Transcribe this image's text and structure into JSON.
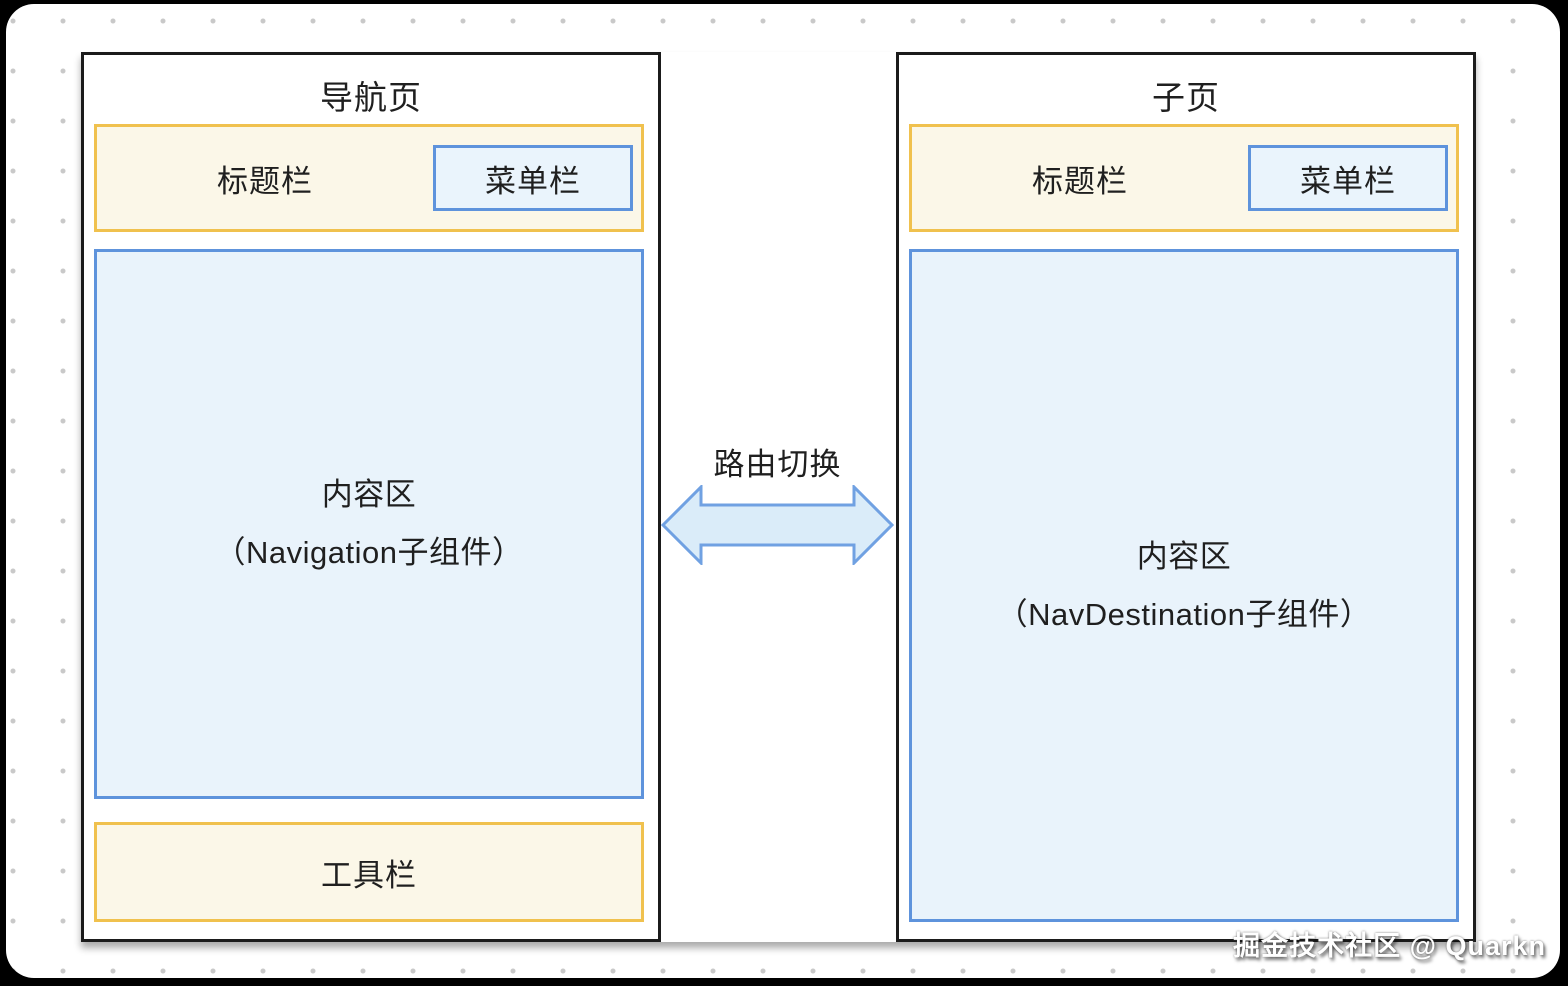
{
  "diagram": {
    "left_panel": {
      "title": "导航页",
      "title_bar": {
        "label": "标题栏",
        "menu_bar_label": "菜单栏"
      },
      "content_area": {
        "line1": "内容区",
        "line2": "（Navigation子组件）"
      },
      "toolbar_label": "工具栏"
    },
    "connector": {
      "label": "路由切换",
      "shape": "double-headed-arrow"
    },
    "right_panel": {
      "title": "子页",
      "title_bar": {
        "label": "标题栏",
        "menu_bar_label": "菜单栏"
      },
      "content_area": {
        "line1": "内容区",
        "line2": "（NavDestination子组件）"
      }
    }
  },
  "watermark": "掘金技术社区 @ Quarkn",
  "colors": {
    "outer_bg": "#000000",
    "canvas_bg": "#ffffff",
    "grid_dot": "#c9c9c9",
    "panel_border": "#1b1b1b",
    "bar_yellow_border": "#f0c14e",
    "bar_yellow_fill": "#fbf7e8",
    "box_blue_border": "#5e93dc",
    "box_blue_fill": "#eaf4fc",
    "content_blue_fill": "#e9f3fb",
    "arrow_fill": "#daecf9",
    "arrow_stroke": "#70a1e2",
    "text": "#1f1f1f",
    "watermark_text": "#ffffff"
  }
}
